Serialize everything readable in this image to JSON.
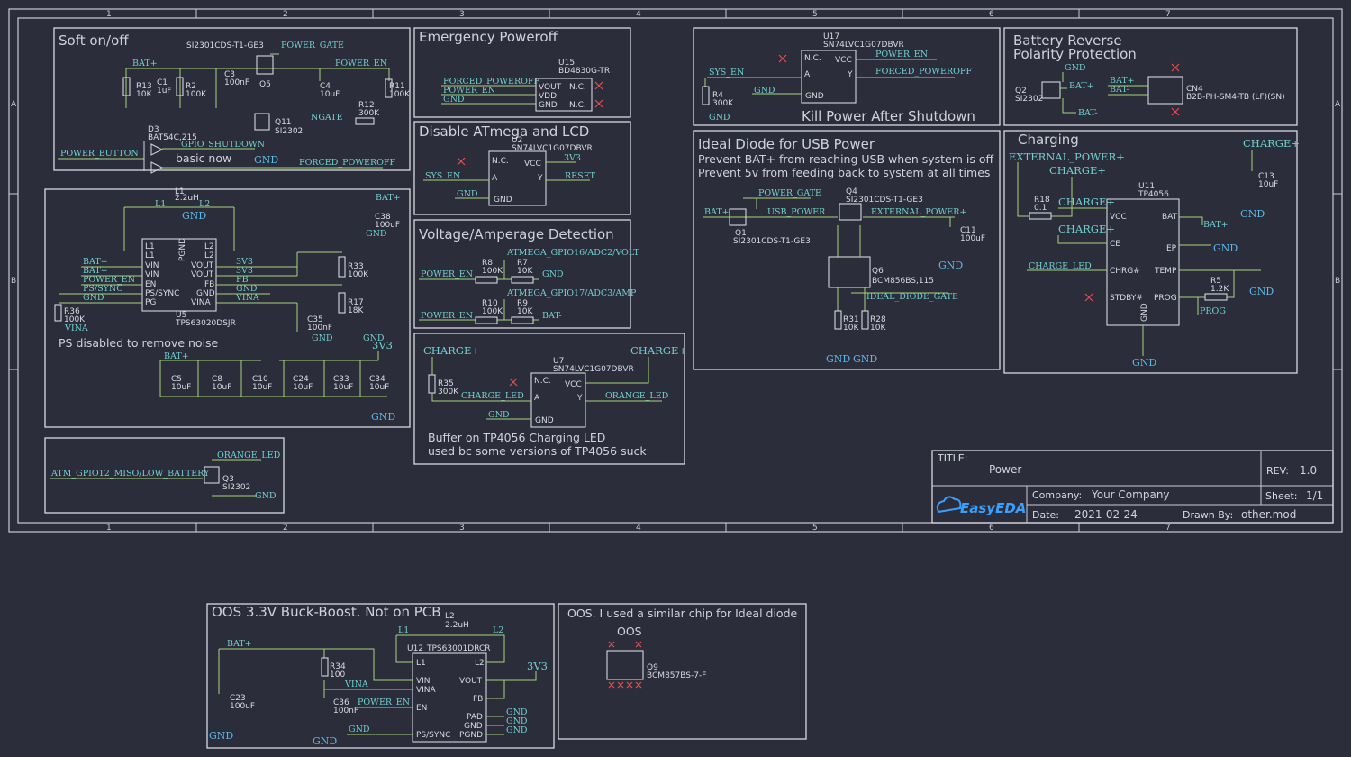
{
  "frame": {
    "columns": [
      "1",
      "2",
      "3",
      "4",
      "5",
      "6",
      "7"
    ],
    "rows": [
      "A",
      "B"
    ]
  },
  "sections": {
    "soft": {
      "title": "Soft on/off",
      "note": "basic now"
    },
    "emergency": {
      "title": "Emergency Poweroff"
    },
    "disable": {
      "title": "Disable ATmega and LCD"
    },
    "voltage": {
      "title": "Voltage/Amperage Detection"
    },
    "buffer": {
      "note1": "Buffer on TP4056 Charging LED",
      "note2": "used bc some versions of TP4056 suck"
    },
    "ps": {
      "note": "PS disabled to remove noise"
    },
    "kill": {
      "note": "Kill Power After Shutdown"
    },
    "ideal": {
      "title": "Ideal Diode for USB Power",
      "note1": "Prevent BAT+ from reaching USB when system is off",
      "note2": "Prevent 5v from feeding back to system at all times"
    },
    "battery": {
      "title1": "Battery Reverse",
      "title2": "Polarity Protection"
    },
    "charging": {
      "title": "Charging"
    },
    "oos1": {
      "title": "OOS 3.3V Buck-Boost. Not on PCB"
    },
    "oos2": {
      "title": "OOS. I used a similar chip for Ideal diode",
      "label": "OOS"
    }
  },
  "nets": {
    "bat_plus": "BAT+",
    "bat_minus": "BAT-",
    "gnd": "GND",
    "v3v3": "3V3",
    "power_gate": "POWER_GATE",
    "power_en": "POWER_EN",
    "ngate": "NGATE",
    "power_button": "POWER_BUTTON",
    "gpio_shutdown": "GPIO_SHUTDOWN",
    "forced_poweroff": "FORCED_POWEROFF",
    "sys_en": "SYS_EN",
    "reset": "RESET",
    "vina": "VINA",
    "ps_sync": "PS/SYNC",
    "fb": "FB",
    "adc_volt": "ATMEGA_GPIO16/ADC2/VOLT",
    "adc_amp": "ATMEGA_GPIO17/ADC3/AMP",
    "charge_plus": "CHARGE+",
    "charge_led": "CHARGE_LED",
    "orange_led": "ORANGE_LED",
    "atm_gpio12": "ATM_GPIO12_MISO/LOW_BATTERY",
    "usb_power": "USB_POWER",
    "external_power": "EXTERNAL_POWER+",
    "ideal_diode_gate": "IDEAL_DIODE_GATE",
    "prog": "PROG"
  },
  "components": {
    "q5": "SI2301CDS-T1-GE3",
    "q5_ref": "Q5",
    "q11": "Q11",
    "q11_part": "SI2302",
    "r13": "R13",
    "r13_v": "10K",
    "c1": "C1",
    "c1_v": "1uF",
    "r2": "R2",
    "r2_v": "100K",
    "c3": "C3",
    "c3_v": "100nF",
    "c4": "C4",
    "c4_v": "10uF",
    "r11": "R11",
    "r11_v": "100K",
    "r12": "R12",
    "r12_v": "300K",
    "d3": "D3",
    "d3_part": "BAT54C,215",
    "u15": "U15",
    "u15_part": "BD4830G-TR",
    "u2": "U2",
    "u2_part": "SN74LVC1G07DBVR",
    "l1": "L1",
    "l1_v": "2.2uH",
    "u5": "U5",
    "u5_part": "TPS63020DSJR",
    "r33": "R33",
    "r33_v": "100K",
    "r17": "R17",
    "r17_v": "18K",
    "r36": "R36",
    "r36_v": "100K",
    "c38": "C38",
    "c38_v": "100uF",
    "c35": "C35",
    "c35_v": "100nF",
    "c5": "C5",
    "c8": "C8",
    "c10": "C10",
    "c24": "C24",
    "c33": "C33",
    "c34": "C34",
    "c10uf": "10uF",
    "r8": "R8",
    "r8_v": "100K",
    "r7": "R7",
    "r7_v": "10K",
    "r10": "R10",
    "r10_v": "100K",
    "r9": "R9",
    "r9_v": "10K",
    "r35": "R35",
    "r35_v": "300K",
    "u7": "U7",
    "u7_part": "SN74LVC1G07DBVR",
    "q3": "Q3",
    "q3_part": "SI2302",
    "u17": "U17",
    "u17_part": "SN74LVC1G07DBVR",
    "r4": "R4",
    "r4_v": "300K",
    "q4": "Q4",
    "q4_part": "SI2301CDS-T1-GE3",
    "q1": "Q1",
    "q1_part": "SI2301CDS-T1-GE3",
    "c11": "C11",
    "c11_v": "100uF",
    "q6": "Q6",
    "q6_part": "BCM856BS,115",
    "r31": "R31",
    "r31_v": "10K",
    "r28": "R28",
    "r28_v": "10K",
    "q2": "Q2",
    "q2_part": "SI2302",
    "cn4": "CN4",
    "cn4_part": "B2B-PH-SM4-TB (LF)(SN)",
    "r18": "R18",
    "r18_v": "0.1",
    "u11": "U11",
    "u11_part": "TP4056",
    "c13": "C13",
    "c13_v": "10uF",
    "r5": "R5",
    "r5_v": "1.2K",
    "u12": "U12",
    "u12_part": "TPS63001DRCR",
    "l2": "L2",
    "l2_v": "2.2uH",
    "r34": "R34",
    "r34_v": "100",
    "c36": "C36",
    "c36_v": "100nF",
    "c23": "C23",
    "c23_v": "100uF",
    "q9": "Q9",
    "q9_part": "BCM857BS-7-F"
  },
  "pins": {
    "vout": "VOUT",
    "vdd": "VDD",
    "gnd": "GND",
    "nc": "N.C.",
    "vcc": "VCC",
    "a": "A",
    "y": "Y",
    "l1": "L1",
    "l2": "L2",
    "vin": "VIN",
    "en": "EN",
    "pg": "PG",
    "pgnd": "PGND",
    "vina": "VINA",
    "ps_sync": "PS/SYNC",
    "fb": "FB",
    "bat": "BAT",
    "ce": "CE",
    "ep": "EP",
    "chrg": "CHRG#",
    "temp": "TEMP",
    "stdby": "STDBY#",
    "prog": "PROG",
    "pad": "PAD"
  },
  "title_block": {
    "title_label": "TITLE:",
    "title": "Power",
    "rev_label": "REV:",
    "rev": "1.0",
    "company_label": "Company:",
    "company": "Your Company",
    "sheet_label": "Sheet:",
    "sheet": "1/1",
    "date_label": "Date:",
    "date": "2021-02-24",
    "drawn_label": "Drawn By:",
    "drawn": "other.mod",
    "logo": "EasyEDA"
  }
}
